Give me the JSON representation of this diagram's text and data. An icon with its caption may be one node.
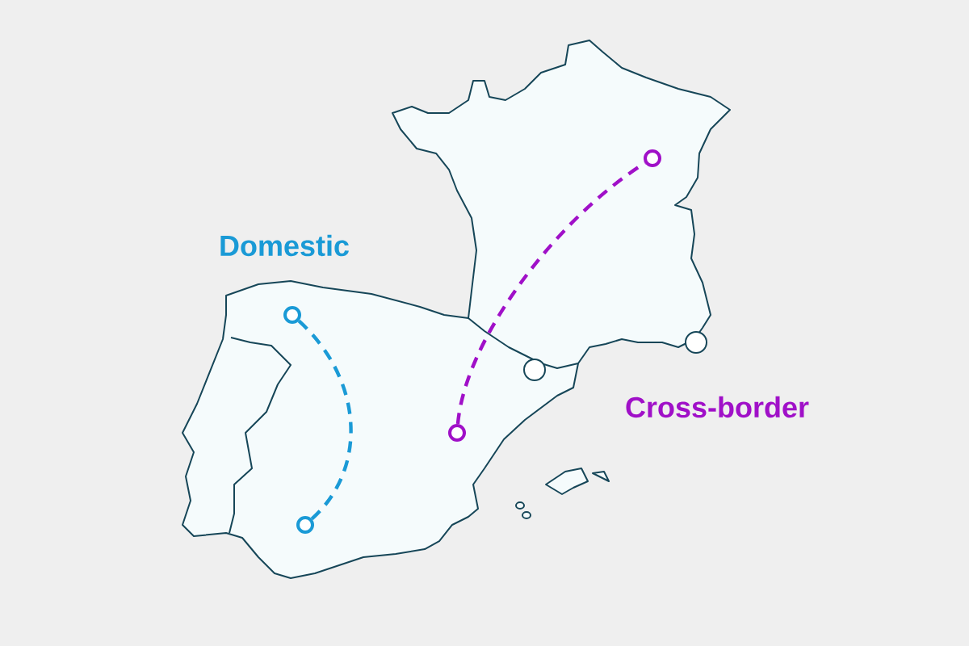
{
  "diagram": {
    "nodes": [
      {
        "text": [],
        "shape": "circle"
      },
      {
        "text": [],
        "shape": "circle"
      },
      {
        "text": [],
        "shape": "circle"
      },
      {
        "text": [],
        "shape": "circle"
      }
    ],
    "edges": [
      {
        "from": 0,
        "to": 1,
        "arrow": "none",
        "style": "dashed",
        "color": "#1a9ad6"
      },
      {
        "from": 2,
        "to": 3,
        "arrow": "none",
        "style": "dashed",
        "color": "#a010c8"
      }
    ],
    "labels": [
      "Domestic",
      "Cross-border"
    ]
  }
}
